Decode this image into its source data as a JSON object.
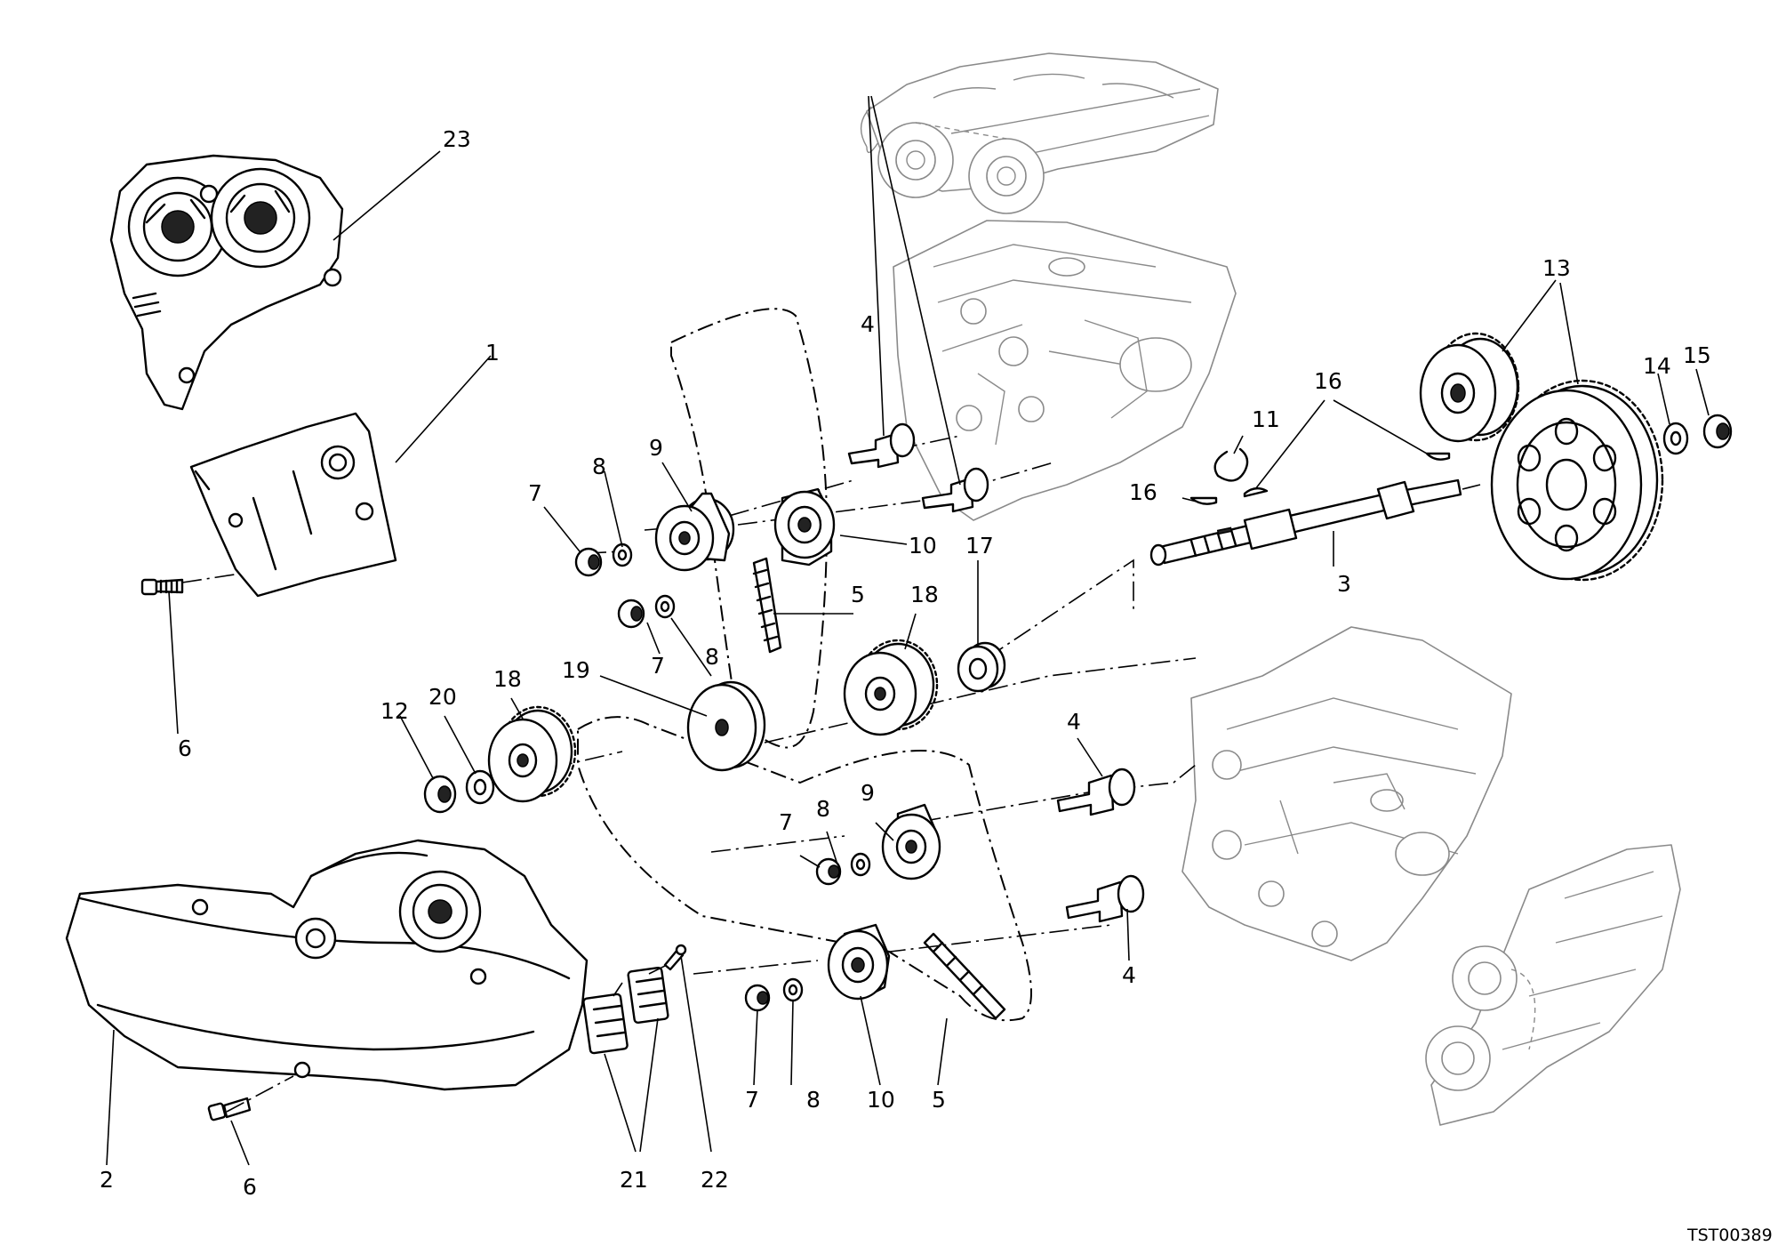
{
  "diagram": {
    "drawing_code": "TST00389",
    "callouts": [
      {
        "id": "c-23",
        "label": "23"
      },
      {
        "id": "c-1",
        "label": "1"
      },
      {
        "id": "c-6-top",
        "label": "6"
      },
      {
        "id": "c-4-top",
        "label": "4"
      },
      {
        "id": "c-9-top",
        "label": "9"
      },
      {
        "id": "c-8-top",
        "label": "8"
      },
      {
        "id": "c-7-top",
        "label": "7"
      },
      {
        "id": "c-10-top",
        "label": "10"
      },
      {
        "id": "c-5-top",
        "label": "5"
      },
      {
        "id": "c-7-mid",
        "label": "7"
      },
      {
        "id": "c-8-mid",
        "label": "8"
      },
      {
        "id": "c-18-mid",
        "label": "18"
      },
      {
        "id": "c-17",
        "label": "17"
      },
      {
        "id": "c-19",
        "label": "19"
      },
      {
        "id": "c-12",
        "label": "12"
      },
      {
        "id": "c-20",
        "label": "20"
      },
      {
        "id": "c-18-left",
        "label": "18"
      },
      {
        "id": "c-13",
        "label": "13"
      },
      {
        "id": "c-14",
        "label": "14"
      },
      {
        "id": "c-15",
        "label": "15"
      },
      {
        "id": "c-16-top",
        "label": "16"
      },
      {
        "id": "c-11",
        "label": "11"
      },
      {
        "id": "c-16-left",
        "label": "16"
      },
      {
        "id": "c-3",
        "label": "3"
      },
      {
        "id": "c-4-right",
        "label": "4"
      },
      {
        "id": "c-9-low",
        "label": "9"
      },
      {
        "id": "c-8-low",
        "label": "8"
      },
      {
        "id": "c-7-low",
        "label": "7"
      },
      {
        "id": "c-4-low",
        "label": "4"
      },
      {
        "id": "c-7-bottom",
        "label": "7"
      },
      {
        "id": "c-8-bottom",
        "label": "8"
      },
      {
        "id": "c-10-bottom",
        "label": "10"
      },
      {
        "id": "c-5-bottom",
        "label": "5"
      },
      {
        "id": "c-2",
        "label": "2"
      },
      {
        "id": "c-6-bottom",
        "label": "6"
      },
      {
        "id": "c-21",
        "label": "21"
      },
      {
        "id": "c-22",
        "label": "22"
      }
    ]
  }
}
